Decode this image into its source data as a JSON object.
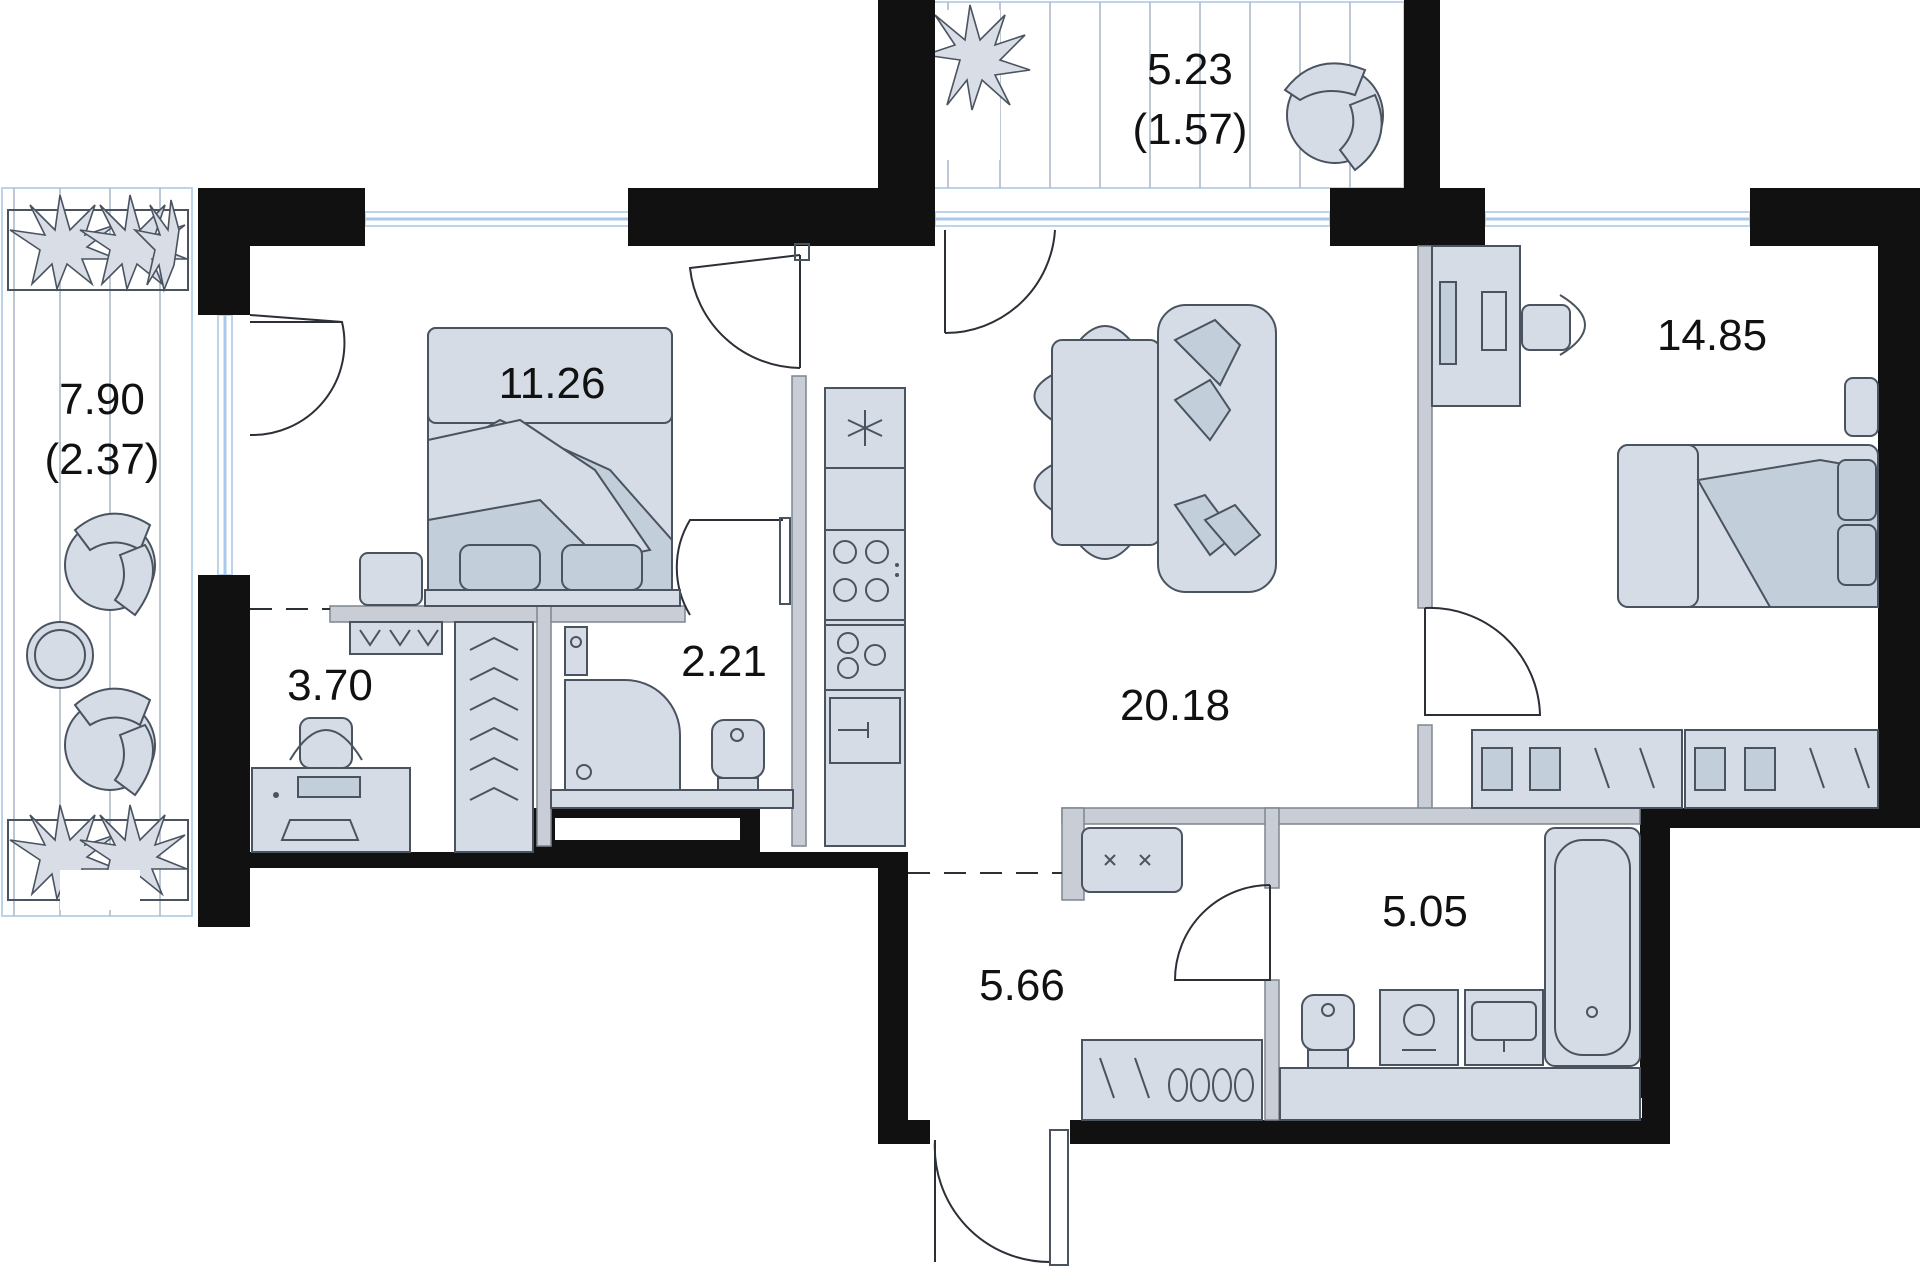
{
  "rooms": [
    {
      "id": "balcony-left",
      "area": "7.90",
      "sub": "(2.37)"
    },
    {
      "id": "bedroom-left",
      "area": "11.26"
    },
    {
      "id": "study",
      "area": "3.70"
    },
    {
      "id": "bathroom-small",
      "area": "2.21"
    },
    {
      "id": "living-kitchen",
      "area": "20.18"
    },
    {
      "id": "balcony-top",
      "area": "5.23",
      "sub": "(1.57)"
    },
    {
      "id": "bedroom-right",
      "area": "14.85"
    },
    {
      "id": "hallway",
      "area": "5.66"
    },
    {
      "id": "bathroom-large",
      "area": "5.05"
    }
  ],
  "colors": {
    "wall": "#111111",
    "furniture": "#d6dce5",
    "glass": "#a8c9ea"
  }
}
